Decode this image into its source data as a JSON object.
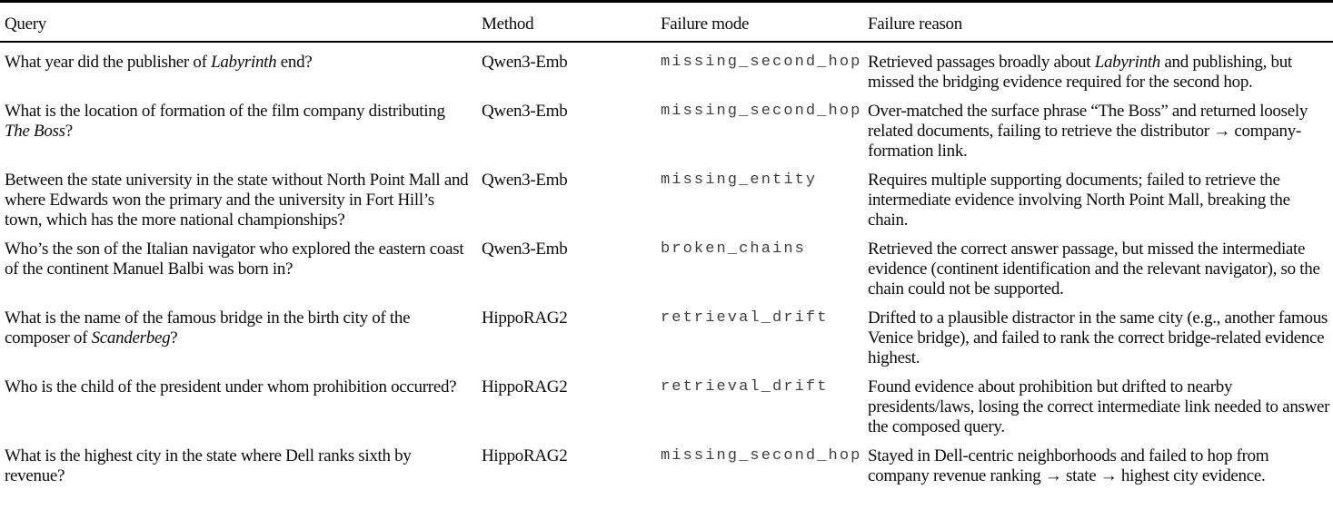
{
  "colors": {
    "background": "#ffffff",
    "text": "#0c0c0c",
    "mono_text": "#3f3f3f",
    "rule": "#000000"
  },
  "table": {
    "headers": [
      {
        "label": "Query"
      },
      {
        "label": "Method"
      },
      {
        "label": "Failure mode"
      },
      {
        "label": "Failure reason"
      }
    ],
    "rows": [
      {
        "query": [
          {
            "text": "What year did the publisher of "
          },
          {
            "text": "Labyrinth",
            "italic": true
          },
          {
            "text": " end?"
          }
        ],
        "method": "Qwen3-Emb",
        "failure_mode": "missing_second_hop",
        "failure_reason": [
          {
            "text": "Retrieved passages broadly about "
          },
          {
            "text": "Labyrinth",
            "italic": true
          },
          {
            "text": " and publishing, but missed the bridging evidence required for the second hop."
          }
        ]
      },
      {
        "query": [
          {
            "text": "What is the location of formation of the film company distributing "
          },
          {
            "text": "The Boss",
            "italic": true
          },
          {
            "text": "?"
          }
        ],
        "method": "Qwen3-Emb",
        "failure_mode": "missing_second_hop",
        "failure_reason": [
          {
            "text": "Over-matched the surface phrase “The Boss” and returned loosely related documents, failing to retrieve the distributor → company-formation link."
          }
        ]
      },
      {
        "query": [
          {
            "text": "Between the state university in the state without North Point Mall and where Edwards won the primary and the university in Fort Hill’s town, which has the more national championships?"
          }
        ],
        "method": "Qwen3-Emb",
        "failure_mode": "missing_entity",
        "failure_reason": [
          {
            "text": "Requires multiple supporting documents; failed to retrieve the intermediate evidence involving North Point Mall, breaking the chain."
          }
        ]
      },
      {
        "query": [
          {
            "text": "Who’s the son of the Italian navigator who explored the eastern coast of the continent Manuel Balbi was born in?"
          }
        ],
        "method": "Qwen3-Emb",
        "failure_mode": "broken_chains",
        "failure_reason": [
          {
            "text": "Retrieved the correct answer passage, but missed the intermediate evidence (continent identification and the relevant navigator), so the chain could not be supported."
          }
        ]
      },
      {
        "query": [
          {
            "text": "What is the name of the famous bridge in the birth city of the composer of "
          },
          {
            "text": "Scanderbeg",
            "italic": true
          },
          {
            "text": "?"
          }
        ],
        "method": "HippoRAG2",
        "failure_mode": "retrieval_drift",
        "failure_reason": [
          {
            "text": "Drifted to a plausible distractor in the same city (e.g., another famous Venice bridge), and failed to rank the correct bridge-related evidence highest."
          }
        ]
      },
      {
        "query": [
          {
            "text": "Who is the child of the president under whom prohibition occurred?"
          }
        ],
        "method": "HippoRAG2",
        "failure_mode": "retrieval_drift",
        "failure_reason": [
          {
            "text": "Found evidence about prohibition but drifted to nearby presidents/laws, losing the correct intermediate link needed to answer the composed query."
          }
        ]
      },
      {
        "query": [
          {
            "text": "What is the highest city in the state where Dell ranks sixth by revenue?"
          }
        ],
        "method": "HippoRAG2",
        "failure_mode": "missing_second_hop",
        "failure_reason": [
          {
            "text": "Stayed in Dell-centric neighborhoods and failed to hop from company revenue ranking → state → highest city evidence."
          }
        ]
      }
    ]
  }
}
